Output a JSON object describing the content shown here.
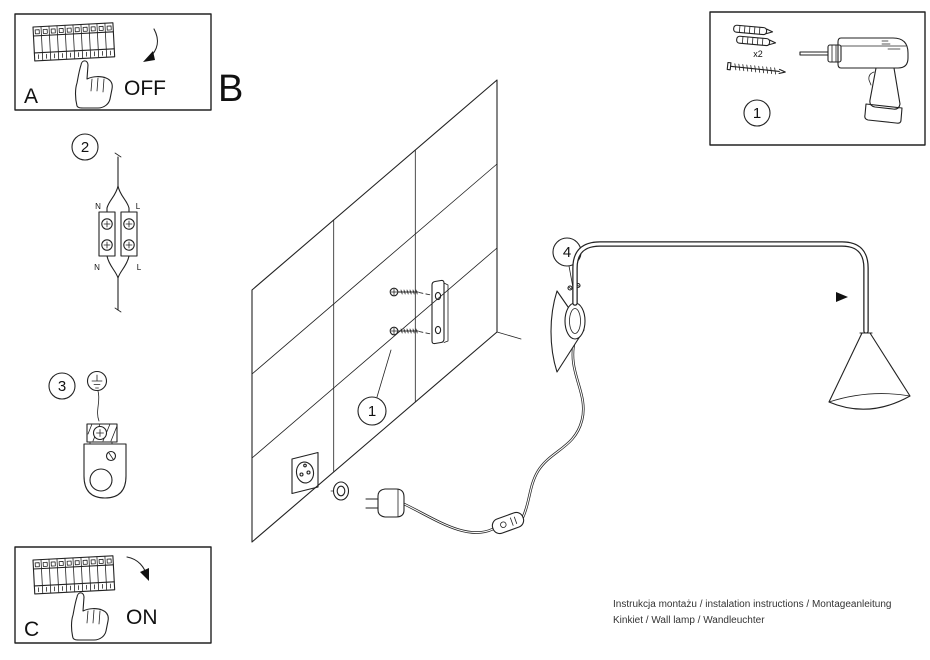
{
  "colors": {
    "ink": "#222222",
    "paper": "#ffffff",
    "footer_text": "#333333"
  },
  "panel_a": {
    "letter": "A",
    "action": "OFF"
  },
  "panel_c": {
    "letter": "C",
    "action": "ON"
  },
  "section_label": "B",
  "badges": {
    "wiring_step": "2",
    "ground_step": "3",
    "wall_step": "1",
    "arm_step": "4",
    "kit_step": "1"
  },
  "wiring": {
    "top_left": "N",
    "top_right": "L",
    "bottom_left": "N",
    "bottom_right": "L"
  },
  "kit": {
    "anchor_count": "x2"
  },
  "footer": {
    "line1": "Instrukcja montażu / instalation instructions / Montageanleitung",
    "line2": "Kinkiet / Wall lamp / Wandleuchter"
  }
}
